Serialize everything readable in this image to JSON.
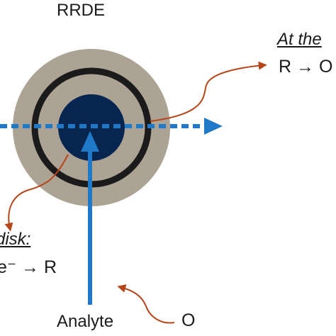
{
  "title": "RRDE",
  "ring_label": {
    "heading": "At the",
    "equation": "R → O"
  },
  "disk_label": {
    "heading": "disk:",
    "equation": "e⁻ → R"
  },
  "analyte_label": "Analyte",
  "species_label": "O",
  "colors": {
    "outer_ring": "#aca394",
    "ring_electrode": "#1b1b1b",
    "disk": "#06264f",
    "flow_arrow": "#1f78c8",
    "callout": "#b5461a"
  },
  "icons": [
    "electrode-icon",
    "flow-arrow-icon",
    "analyte-arrow-icon",
    "callout-arrow-icon"
  ]
}
